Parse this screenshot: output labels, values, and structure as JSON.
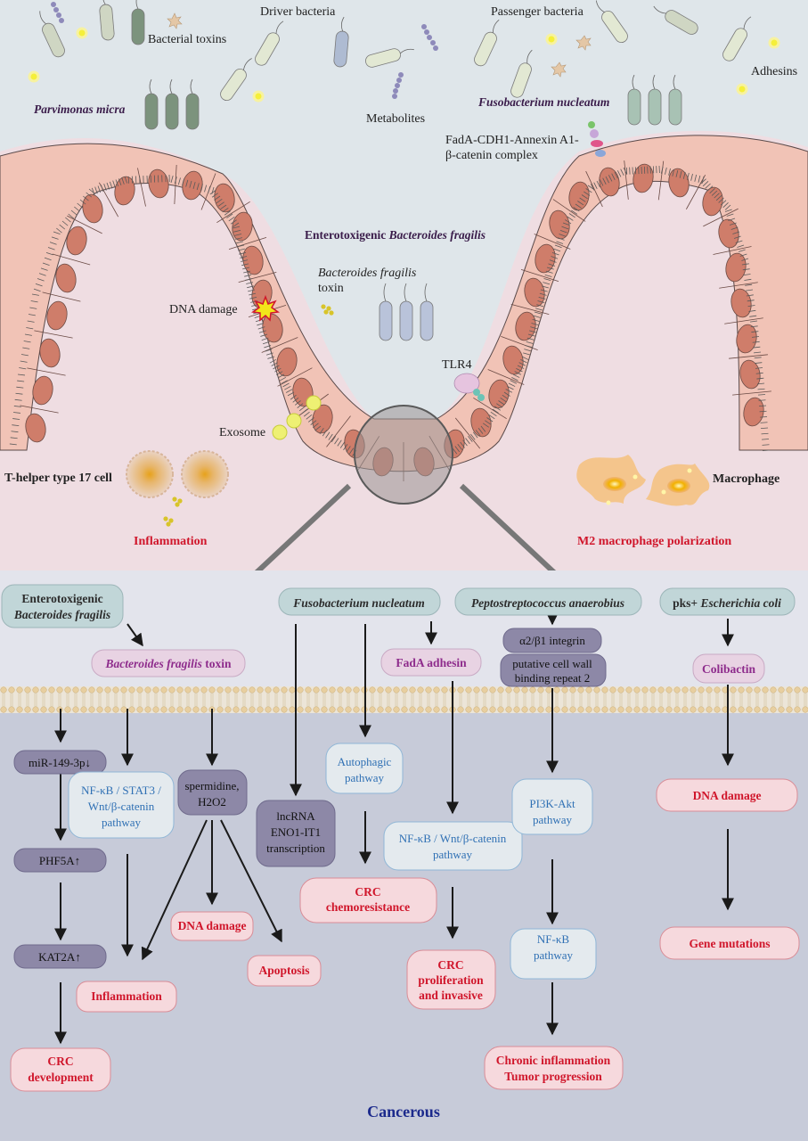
{
  "top": {
    "driver_bacteria": "Driver bacteria",
    "passenger_bacteria": "Passenger bacteria",
    "bacterial_toxins": "Bacterial toxins",
    "adhesins": "Adhesins",
    "parvimonas": "Parvimonas micra",
    "metabolites": "Metabolites",
    "fusobacterium": "Fusobacterium nucleatum",
    "fada_complex_1": "FadA-CDH1-Annexin A1-",
    "fada_complex_2": "β-catenin complex",
    "etbf_prefix": "Enterotoxigenic ",
    "etbf_species": "Bacteroides fragilis",
    "bft_1": "Bacteroides fragilis",
    "bft_2": "toxin",
    "dna_damage": "DNA damage",
    "tlr4": "TLR4",
    "exosome": "Exosome",
    "th17": "T-helper type 17 cell",
    "macrophage": "Macrophage",
    "inflammation": "Inflammation",
    "m2": "M2 macrophage polarization"
  },
  "pathways": {
    "etbf_1": "Enterotoxigenic",
    "etbf_2": "Bacteroides fragilis",
    "bft_species": "Bacteroides fragilis",
    "bft_word": " toxin",
    "mir": "miR-149-3p↓",
    "nfkb_stat3_1": "NF-κB / STAT3 /",
    "nfkb_stat3_2": "Wnt/β-catenin",
    "nfkb_stat3_3": "pathway",
    "spermidine_1": "spermidine,",
    "spermidine_2": "H2O2",
    "phf5a": "PHF5A↑",
    "kat2a": "KAT2A↑",
    "dna_damage_1": "DNA damage",
    "apoptosis": "Apoptosis",
    "inflammation_b": "Inflammation",
    "crc_dev_1": "CRC",
    "crc_dev_2": "development",
    "fuso": "Fusobacterium nucleatum",
    "fada": "FadA adhesin",
    "lnc_1": "lncRNA",
    "lnc_2": "ENO1-IT1",
    "lnc_3": "transcription",
    "autophagic_1": "Autophagic",
    "autophagic_2": "pathway",
    "crc_chemo_1": "CRC",
    "crc_chemo_2": "chemoresistance",
    "nfkb_wnt_1": "NF-κB / Wnt/β-catenin",
    "nfkb_wnt_2": "pathway",
    "crc_prolif_1": "CRC",
    "crc_prolif_2": "proliferation",
    "crc_prolif_3": "and invasive",
    "pepto": "Peptostreptococcus anaerobius",
    "integrin": "α2/β1 integrin",
    "pcwbr_1": "putative cell wall",
    "pcwbr_2": "binding repeat 2",
    "pi3k_1": "PI3K-Akt",
    "pi3k_2": "pathway",
    "nfkb2_1": "NF-κB",
    "nfkb2_2": "pathway",
    "chronic_1": "Chronic inflammation",
    "chronic_2": "Tumor progression",
    "pks_prefix": "pks+ ",
    "pks_species": "Escherichia coli",
    "colibactin": "Colibactin",
    "dna_damage_2": "DNA damage",
    "gene_mut": "Gene mutations",
    "cancerous": "Cancerous"
  },
  "colors": {
    "lumen": "#dfe6ea",
    "tissue": "#efdde2",
    "lower_bg": "#c7cbd9",
    "teal_box": "#c1d6d8",
    "purple_box": "#e8d3e3",
    "dark_box": "#8d88a7",
    "blue_box": "#e4eaee",
    "red_box": "#f6d9dd",
    "red_text": "#d0162b",
    "purple_text": "#8e2c8c",
    "blue_text": "#2f70b4",
    "navy_text": "#1c2a8c"
  }
}
